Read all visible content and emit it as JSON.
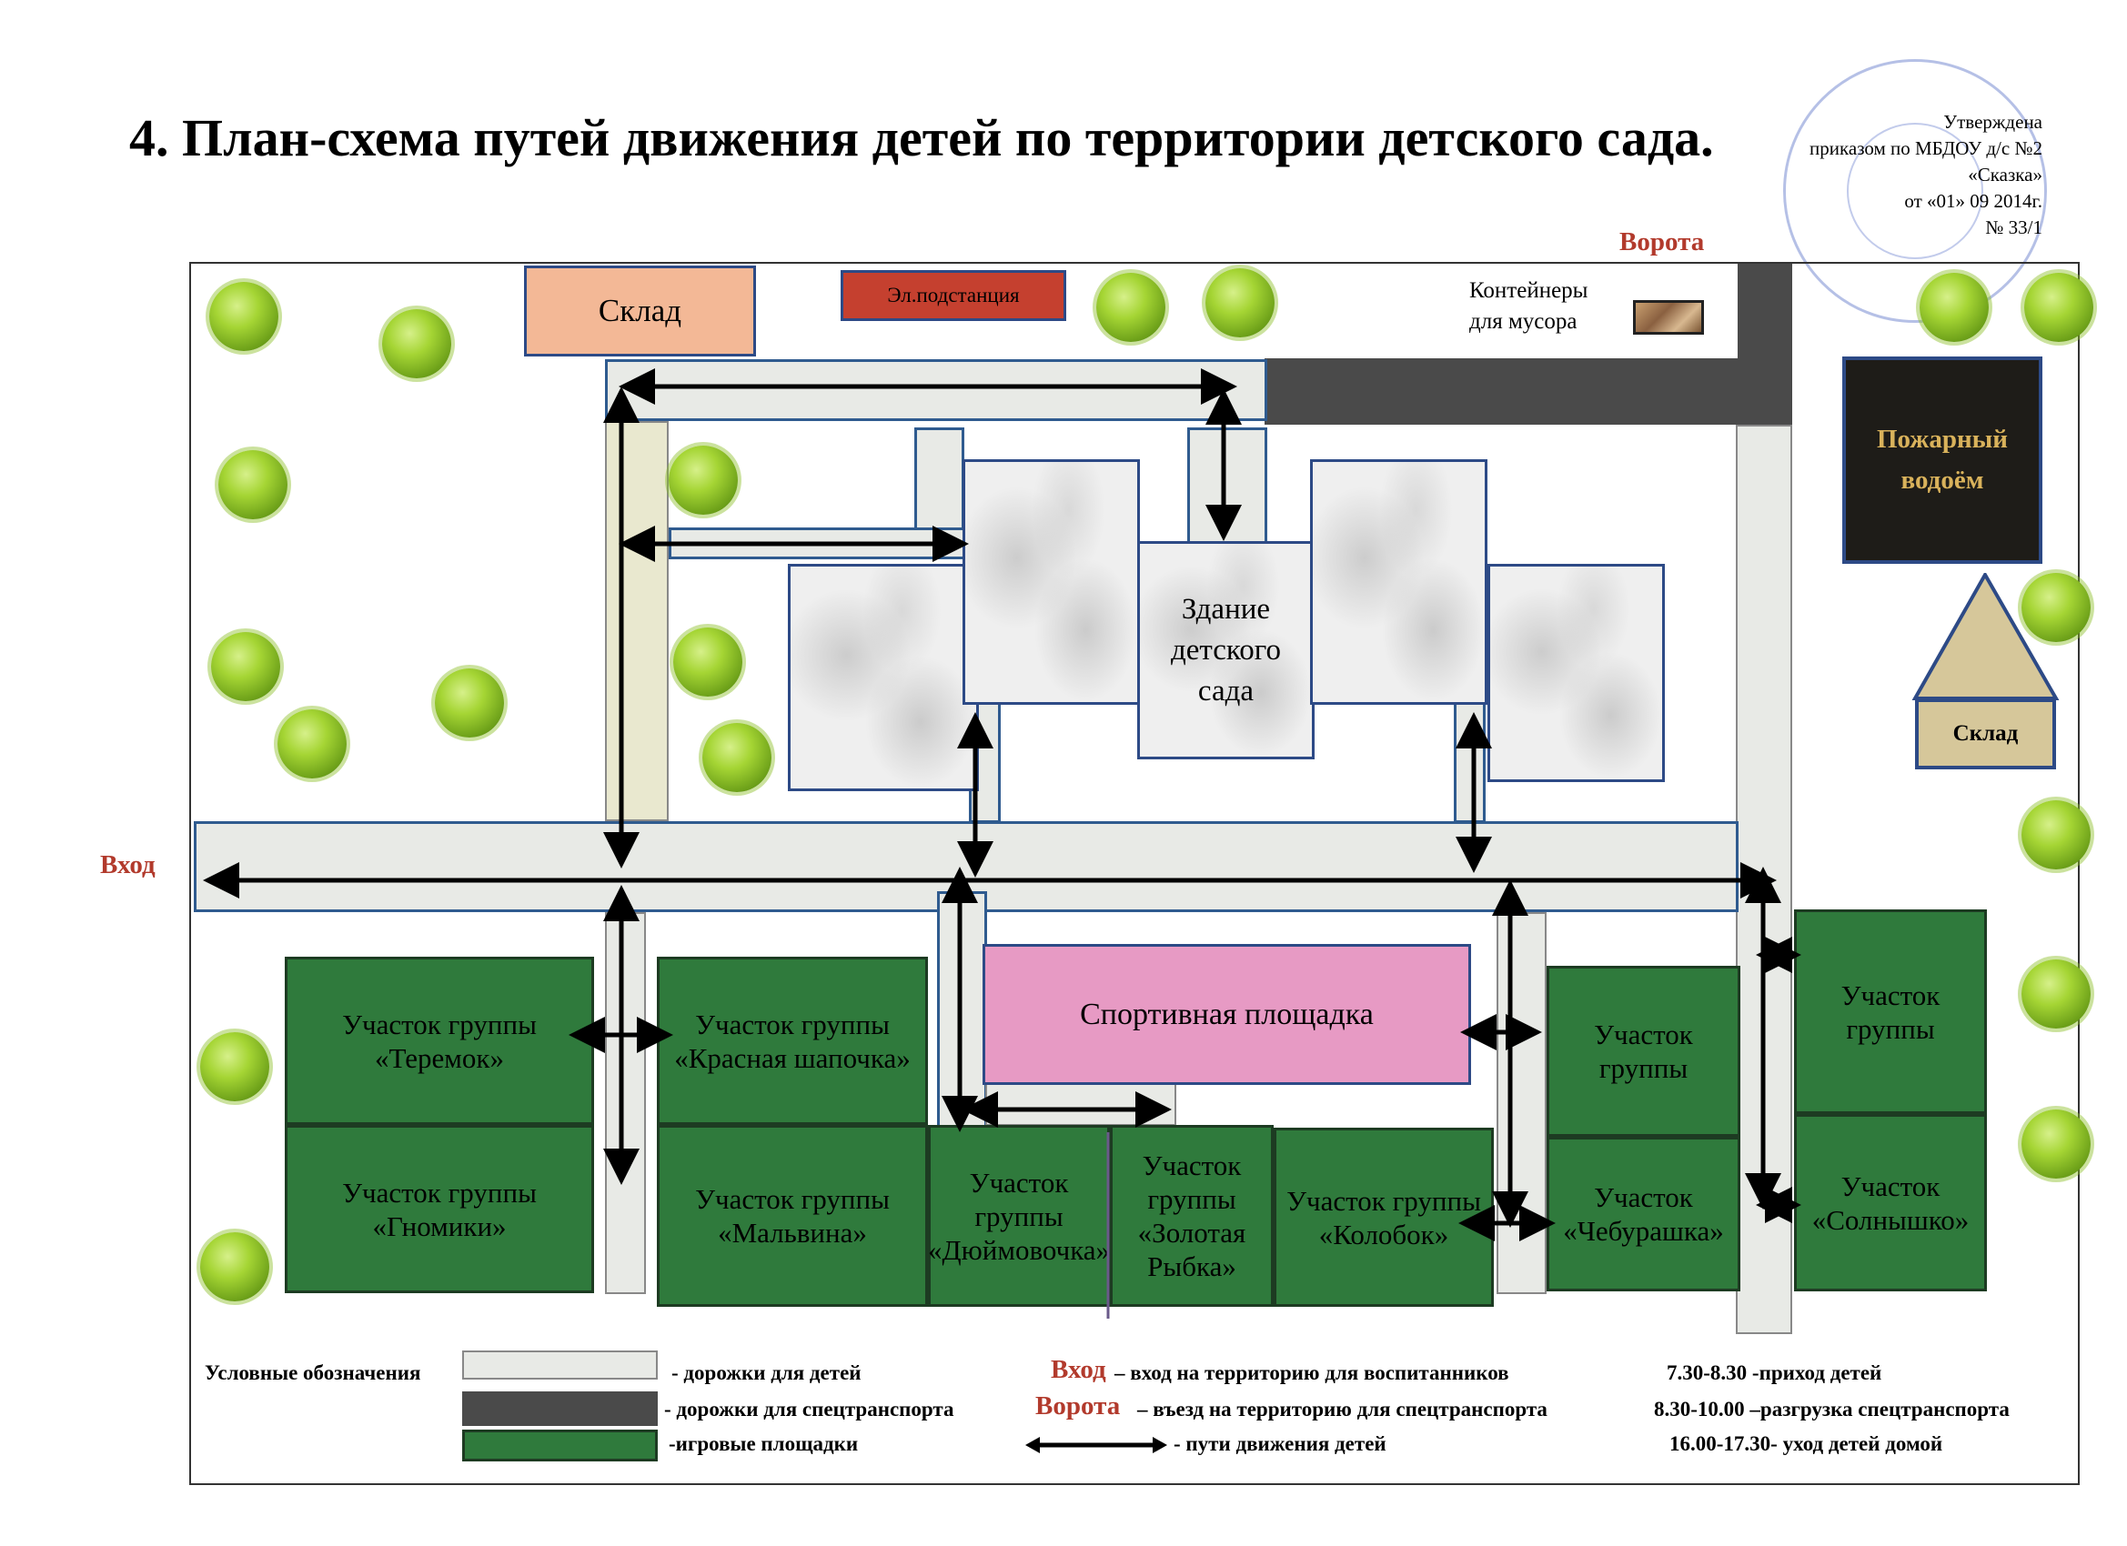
{
  "title": "4. План-схема путей движения детей по территории детского сада.",
  "approval": {
    "line1": "Утверждена",
    "line2": "приказом по МБДОУ д/с №2",
    "line3": "«Сказка»",
    "line4": "от «01» 09 2014г.",
    "line5": "№ 33/1"
  },
  "labels": {
    "gate": "Ворота",
    "entrance": "Вход",
    "warehouse_top": "Склад",
    "substation": "Эл.подстанция",
    "containers": "Контейнеры\nдля мусора",
    "fire_pond": "Пожарный\nводоём",
    "warehouse_right": "Склад",
    "building": "Здание\nдетского\nсада",
    "sports": "Спортивная площадка"
  },
  "zones": {
    "teremok": "Участок группы\n«Теремок»",
    "gnomiki": "Участок группы\n«Гномики»",
    "krasnaya": "Участок группы\n«Красная шапочка»",
    "malvina": "Участок группы\n«Мальвина»",
    "duymovochka": "Участок\nгруппы\n«Дюймовочка»",
    "zolotaya": "Участок\nгруппы\n«Золотая\nРыбка»",
    "kolobok": "Участок группы\n«Колобок»",
    "group_a": "Участок\nгруппы",
    "cheburashka": "Участок\n«Чебурашка»",
    "group_b": "Участок\nгруппы",
    "solnyshko": "Участок\n«Солнышко»"
  },
  "legend": {
    "heading": "Условные обозначения",
    "paths_children": "- дорожки для детей",
    "paths_service": "- дорожки для спецтранспорта",
    "play_areas": "-игровые площадки",
    "entrance_word": "Вход",
    "entrance_desc": "– вход на территорию для воспитанников",
    "gate_word": "Ворота",
    "gate_desc": "– въезд на территорию для спецтранспорта",
    "routes": "- пути движения детей",
    "time1": "7.30-8.30  -приход детей",
    "time2": "8.30-10.00 –разгрузка спецтранспорта",
    "time3": "16.00-17.30- уход детей домой"
  },
  "colors": {
    "play_area": "#2f7a3c",
    "sports": "#e79ac4",
    "gate_text": "#b23a2c",
    "service_path": "#4a4a4a",
    "fire_pond_text": "#d9b25b"
  }
}
